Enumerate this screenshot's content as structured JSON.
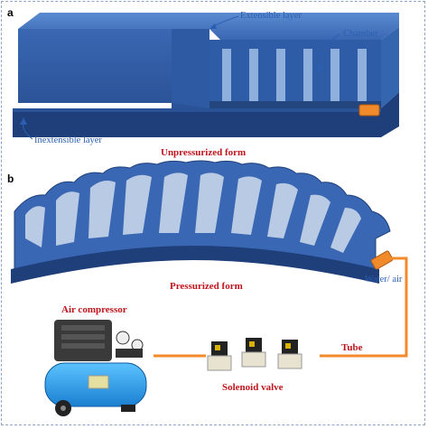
{
  "panel_a": {
    "letter": "a",
    "labels": {
      "extensible": "Extensible layer",
      "chamber": "Chamber",
      "inextensible": "Inextensible layer",
      "caption": "Unpressurized form"
    }
  },
  "panel_b": {
    "letter": "b",
    "labels": {
      "caption": "Pressurized form",
      "water_air": "Water/ air",
      "air_compressor": "Air compressor",
      "tube": "Tube",
      "solenoid": "Solenoid valve"
    }
  },
  "colors": {
    "actuator_blue": "#3a67b3",
    "actuator_dark": "#1f3f7a",
    "chamber_light": "#b9cbe4",
    "tube_orange": "#f08a2a",
    "label_blue": "#2b5fb0",
    "label_red": "#c0141c"
  }
}
